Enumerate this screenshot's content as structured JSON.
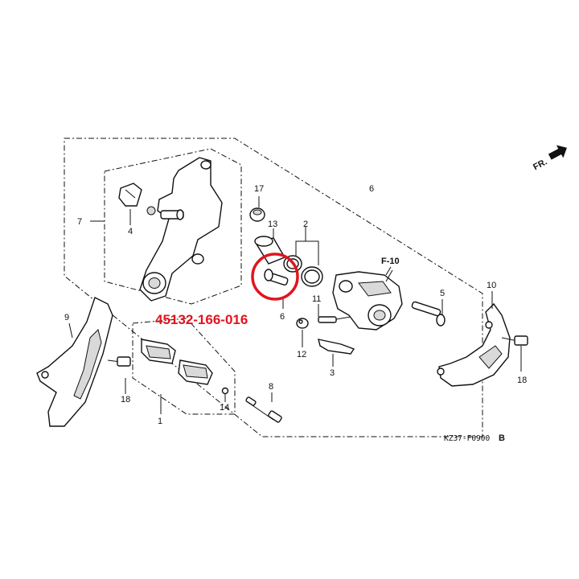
{
  "highlight": {
    "part_number": "45132-166-016",
    "color": "#e0141e"
  },
  "diagram_code": "KZ37-F0900",
  "diagram_code_suffix": "B",
  "front_marker": "FR.",
  "reference": "F-10",
  "callouts": {
    "c1": "1",
    "c2": "2",
    "c3": "3",
    "c4": "4",
    "c5": "5",
    "c6a": "6",
    "c6b": "6",
    "c7": "7",
    "c8": "8",
    "c9": "9",
    "c10": "10",
    "c11": "11",
    "c12": "12",
    "c13": "13",
    "c14": "14",
    "c17": "17",
    "c18a": "18",
    "c18b": "18"
  }
}
